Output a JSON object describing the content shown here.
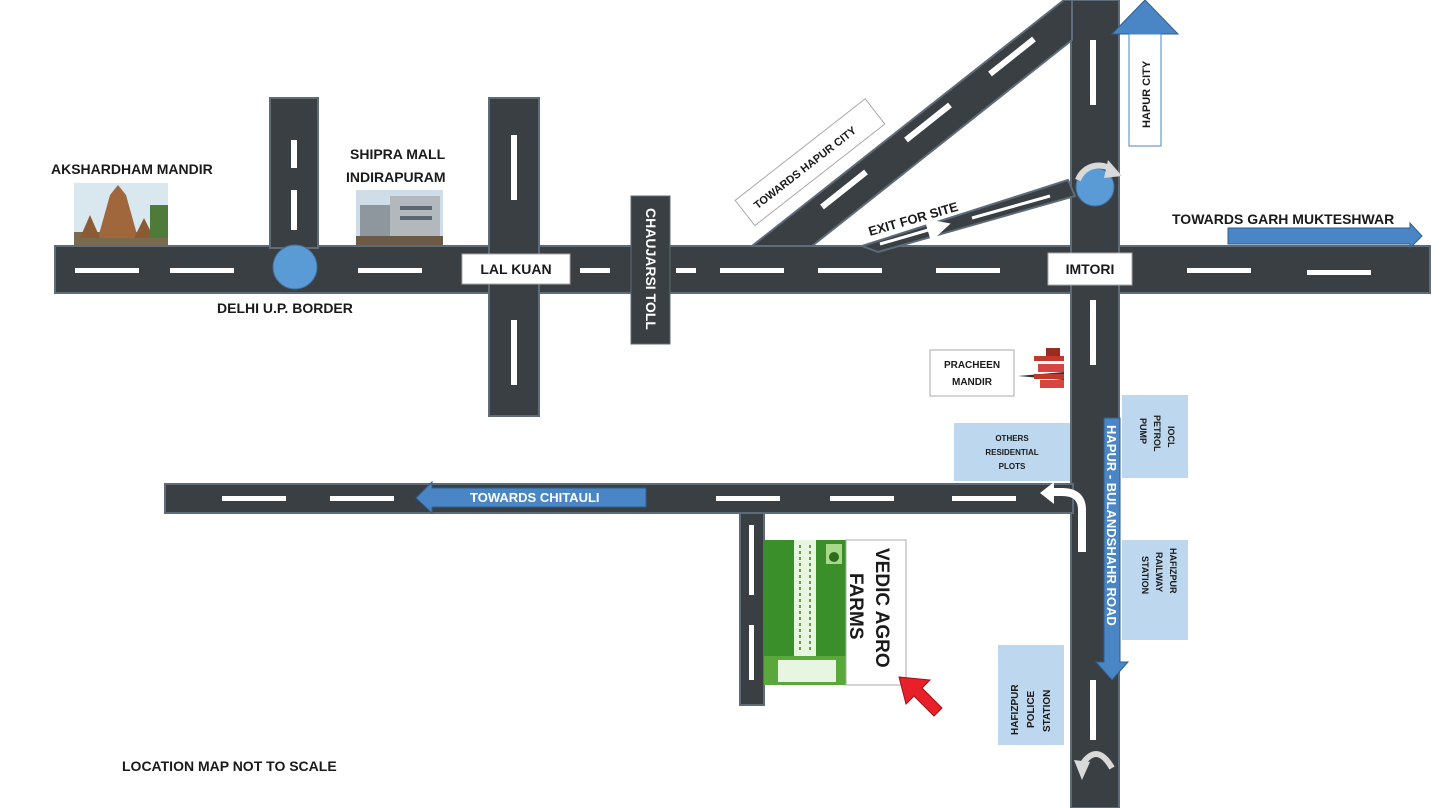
{
  "places": {
    "akshardham": "AKSHARDHAM MANDIR",
    "shipra_line1": "SHIPRA MALL",
    "shipra_line2": "INDIRAPURAM",
    "delhi_border": "DELHI U.P. BORDER",
    "lal_kuan": "LAL KUAN",
    "chaujarsi_toll": "CHAUJARSI TOLL",
    "towards_hapur_city": "TOWARDS HAPUR CITY",
    "exit_for_site": "EXIT FOR SITE",
    "hapur_city": "HAPUR CITY",
    "imtori": "IMTORI",
    "towards_garh": "TOWARDS GARH MUKTESHWAR",
    "pracheen_line1": "PRACHEEN",
    "pracheen_line2": "MANDIR",
    "others_line1": "OTHERS",
    "others_line2": "RESIDENTIAL",
    "others_line3": "PLOTS",
    "towards_chitauli": "TOWARDS CHITAULI",
    "hapur_bulandshahr_road": "HAPUR - BULANDSHAHR ROAD",
    "iocl_line1": "IOCL",
    "iocl_line2": "PETROL",
    "iocl_line3": "PUMP",
    "railway_line1": "HAFIZPUR",
    "railway_line2": "RAILWAY",
    "railway_line3": "STATION",
    "police_line1": "HAFIZPUR",
    "police_line2": "POLICE",
    "police_line3": "STATION",
    "site_line1": "VEDIC AGRO",
    "site_line2": "FARMS"
  },
  "note": "LOCATION MAP NOT TO SCALE",
  "colors": {
    "road": "#3a3f44",
    "accent_blue": "#4a86c5",
    "info_box": "#bdd7ee",
    "pointer_red": "#e8202a",
    "farm_green": "#3a8f2a"
  },
  "icons": [
    "roundabout-icon",
    "u-turn-arrow-icon",
    "pagoda-temple-icon",
    "site-pointer-arrow-icon"
  ]
}
